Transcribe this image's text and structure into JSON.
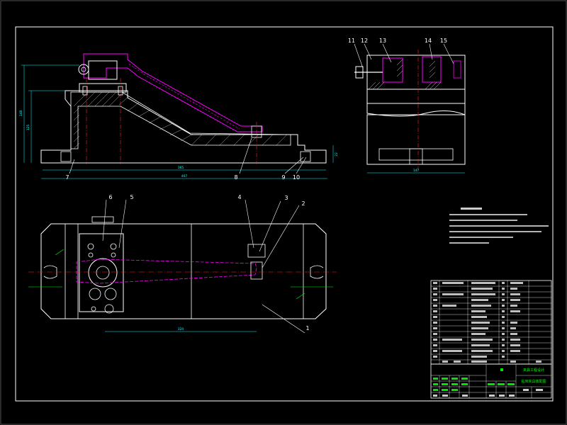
{
  "colors": {
    "background": "#000000",
    "frame": "#ffffff",
    "part": "#ffffff",
    "dimension": "#00ffff",
    "centerline": "#ff2020",
    "workpiece": "#ff00ff",
    "titleblock_text": "#ffffff",
    "titleblock_accent": "#00ff00"
  },
  "callouts": {
    "front_view": [
      "7",
      "8",
      "9",
      "10"
    ],
    "side_view": [
      "11",
      "12",
      "13",
      "14",
      "15"
    ],
    "plan_view": [
      "6",
      "5",
      "4",
      "3",
      "2",
      "1"
    ]
  },
  "dimensions": {
    "front_overall_length": "467",
    "front_inner_length": "385",
    "front_height_total": "148",
    "front_height_body": "125",
    "front_foot_height": "22",
    "side_width": "147",
    "plan_hole_spacing": "320"
  },
  "title_block": {
    "maker_text": "夹具工程设计",
    "drawing_name": "钻床夹具装配图"
  }
}
